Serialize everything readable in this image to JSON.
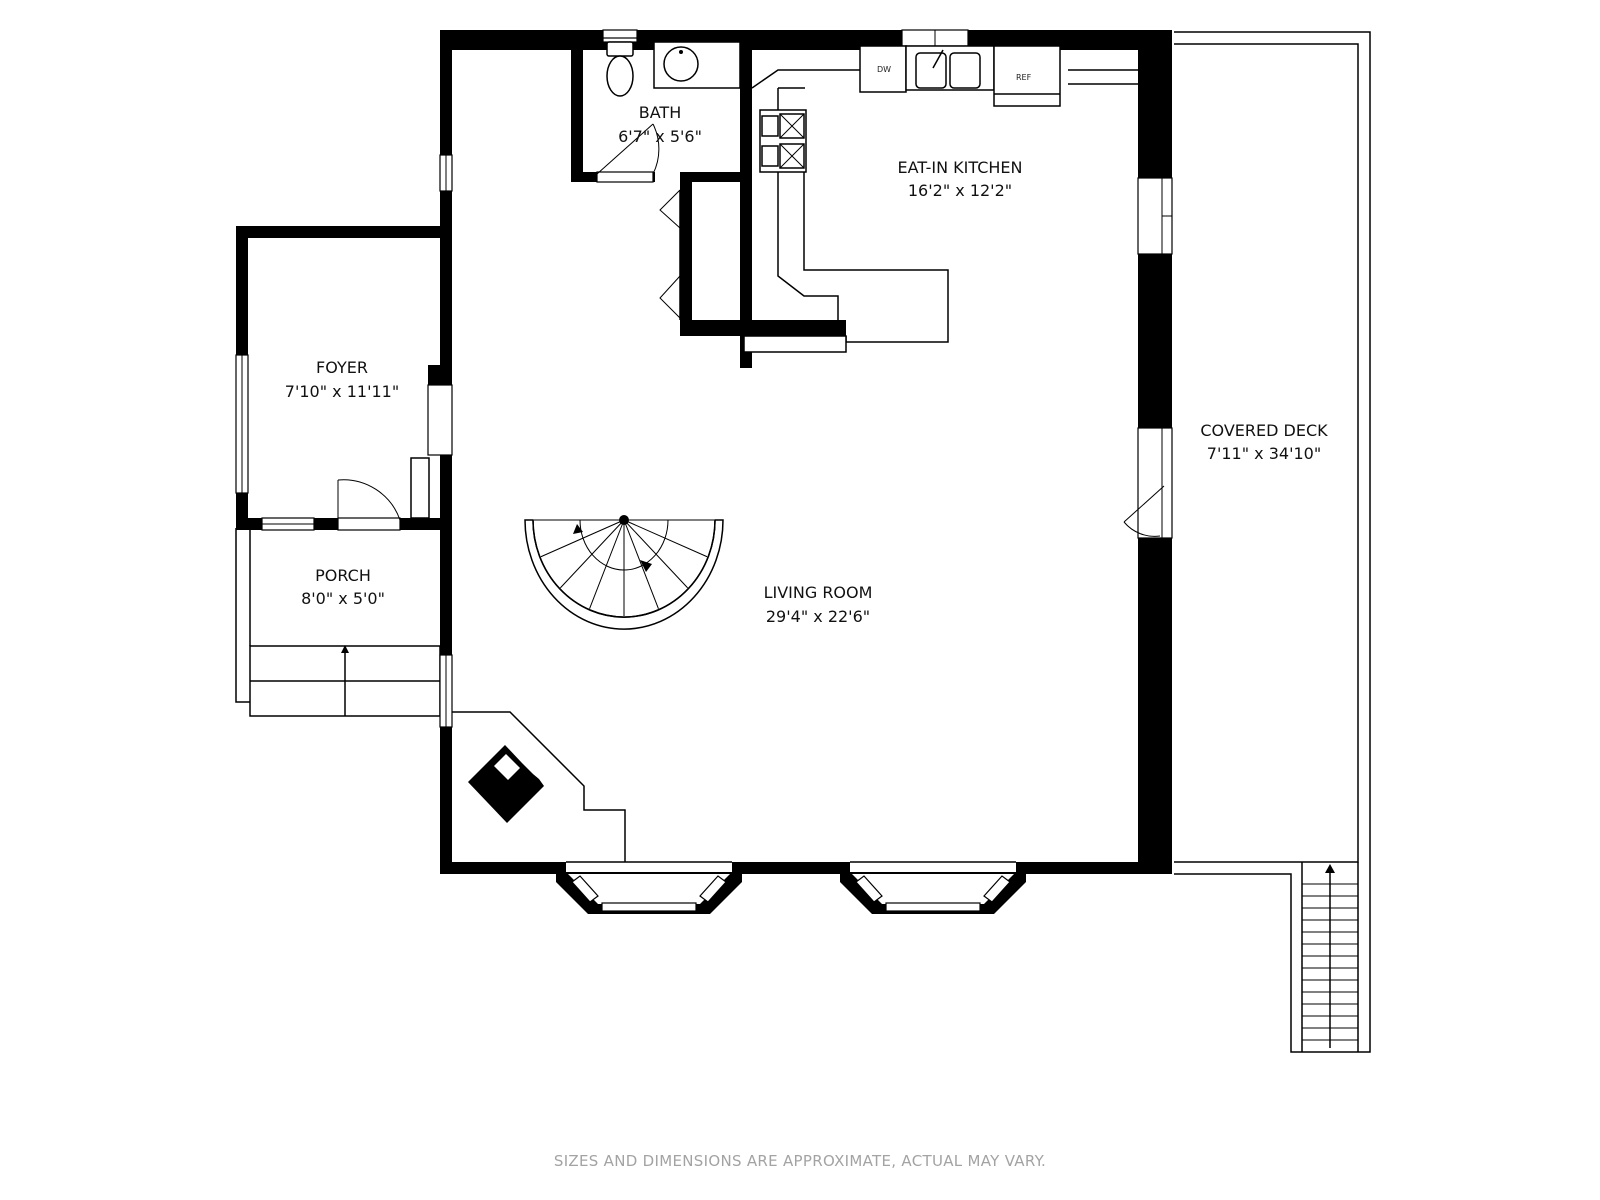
{
  "rooms": {
    "bath": {
      "name": "BATH",
      "dims": "6'7\" x 5'6\""
    },
    "kitchen": {
      "name": "EAT-IN KITCHEN",
      "dims": "16'2\" x 12'2\""
    },
    "foyer": {
      "name": "FOYER",
      "dims": "7'10\" x 11'11\""
    },
    "porch": {
      "name": "PORCH",
      "dims": "8'0\" x 5'0\""
    },
    "living": {
      "name": "LIVING ROOM",
      "dims": "29'4\" x 22'6\""
    },
    "deck": {
      "name": "COVERED DECK",
      "dims": "7'11\" x 34'10\""
    }
  },
  "appliances": {
    "dishwasher": "DW",
    "refrigerator": "REF"
  },
  "footer_note": "SIZES AND DIMENSIONS ARE APPROXIMATE, ACTUAL MAY VARY.",
  "colors": {
    "wall": "#000000",
    "background": "#ffffff",
    "note_text": "#a3a3a3"
  },
  "icons": [
    "toilet-icon",
    "sink-icon",
    "double-sink-icon",
    "stove-icon",
    "fireplace-icon",
    "spiral-stair-icon",
    "direction-arrow-icon"
  ]
}
